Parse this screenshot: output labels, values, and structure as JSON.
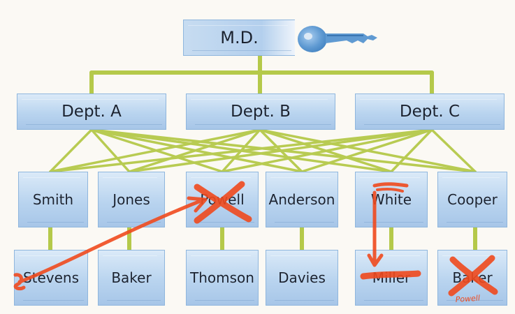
{
  "top": {
    "label": "M.D."
  },
  "departments": [
    {
      "label": "Dept. A"
    },
    {
      "label": "Dept. B"
    },
    {
      "label": "Dept. C"
    }
  ],
  "managers": [
    {
      "label": "Smith"
    },
    {
      "label": "Jones"
    },
    {
      "label": "Powell"
    },
    {
      "label": "Anderson"
    },
    {
      "label": "White"
    },
    {
      "label": "Cooper"
    }
  ],
  "staff": [
    {
      "label": "Stevens"
    },
    {
      "label": "Baker"
    },
    {
      "label": "Thomson"
    },
    {
      "label": "Davies"
    },
    {
      "label": "Miller"
    },
    {
      "label": "Baker"
    }
  ],
  "annotations": {
    "handwritten_note": "Powell"
  },
  "colors": {
    "box_fill": "#b9d4ef",
    "box_border": "#8fb6dd",
    "connector": "#b5c94a",
    "markup": "#f04a1e",
    "key": "#6fa6d9"
  },
  "icons": {
    "top_decoration": "key-icon"
  }
}
